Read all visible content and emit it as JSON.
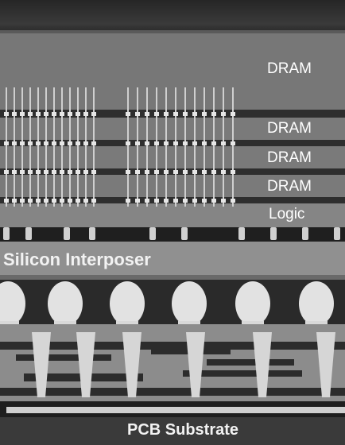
{
  "labels": {
    "dram_1": "DRAM",
    "dram_2": "DRAM",
    "dram_3": "DRAM",
    "dram_4": "DRAM",
    "logic": "Logic",
    "interposer": "Silicon Interposer",
    "pcb": "PCB Substrate"
  },
  "colors": {
    "die": "#7c7c7c",
    "die_dark": "#3c3c3c",
    "bond_line": "#2b2b2b",
    "tsv": "#d8d8d8",
    "interposer": "#8e8e8e",
    "solder_ball": "#e4e4e4",
    "substrate": "#8a8a8a",
    "substrate_trace": "#cfcfcf",
    "text": "#ffffff"
  }
}
